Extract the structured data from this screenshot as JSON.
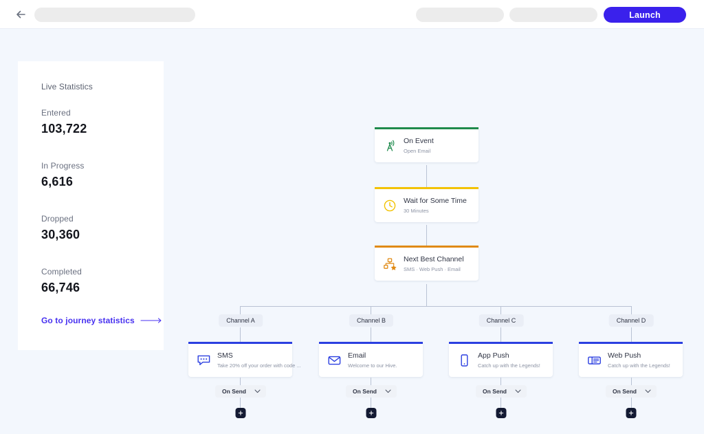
{
  "topbar": {
    "back_icon": "back-arrow-icon",
    "launch_label": "Launch"
  },
  "stats": {
    "title": "Live Statistics",
    "items": [
      {
        "label": "Entered",
        "value": "103,722"
      },
      {
        "label": "In Progress",
        "value": "6,616"
      },
      {
        "label": "Dropped",
        "value": "30,360"
      },
      {
        "label": "Completed",
        "value": "66,746"
      }
    ],
    "link_label": "Go to journey statistics",
    "link_color": "#4731F0"
  },
  "flow": {
    "nodes": [
      {
        "title": "On Event",
        "subtitle": "Open Email",
        "accent": "#1E8A4C",
        "icon": "broadcast-antenna-icon"
      },
      {
        "title": "Wait for Some Time",
        "subtitle": "30 Minutes",
        "accent": "#F2C200",
        "icon": "clock-icon"
      },
      {
        "title": "Next Best Channel",
        "subtitle": "SMS · Web Push · Email",
        "accent": "#E08A15",
        "icon": "org-chart-star-icon"
      }
    ],
    "branch_accent": "#2B3FE0",
    "branches": [
      {
        "badge": "Channel A",
        "title": "SMS",
        "subtitle": "Take 20% off your order with code ...",
        "icon": "sms-bubble-icon",
        "dropdown": "On Send"
      },
      {
        "badge": "Channel B",
        "title": "Email",
        "subtitle": "Welcome to our Hive.",
        "icon": "envelope-icon",
        "dropdown": "On Send"
      },
      {
        "badge": "Channel C",
        "title": "App Push",
        "subtitle": "Catch up with the Legends!",
        "icon": "mobile-phone-icon",
        "dropdown": "On Send"
      },
      {
        "badge": "Channel D",
        "title": "Web Push",
        "subtitle": "Catch up with the Legends!",
        "icon": "browser-window-icon",
        "dropdown": "On Send"
      }
    ]
  }
}
